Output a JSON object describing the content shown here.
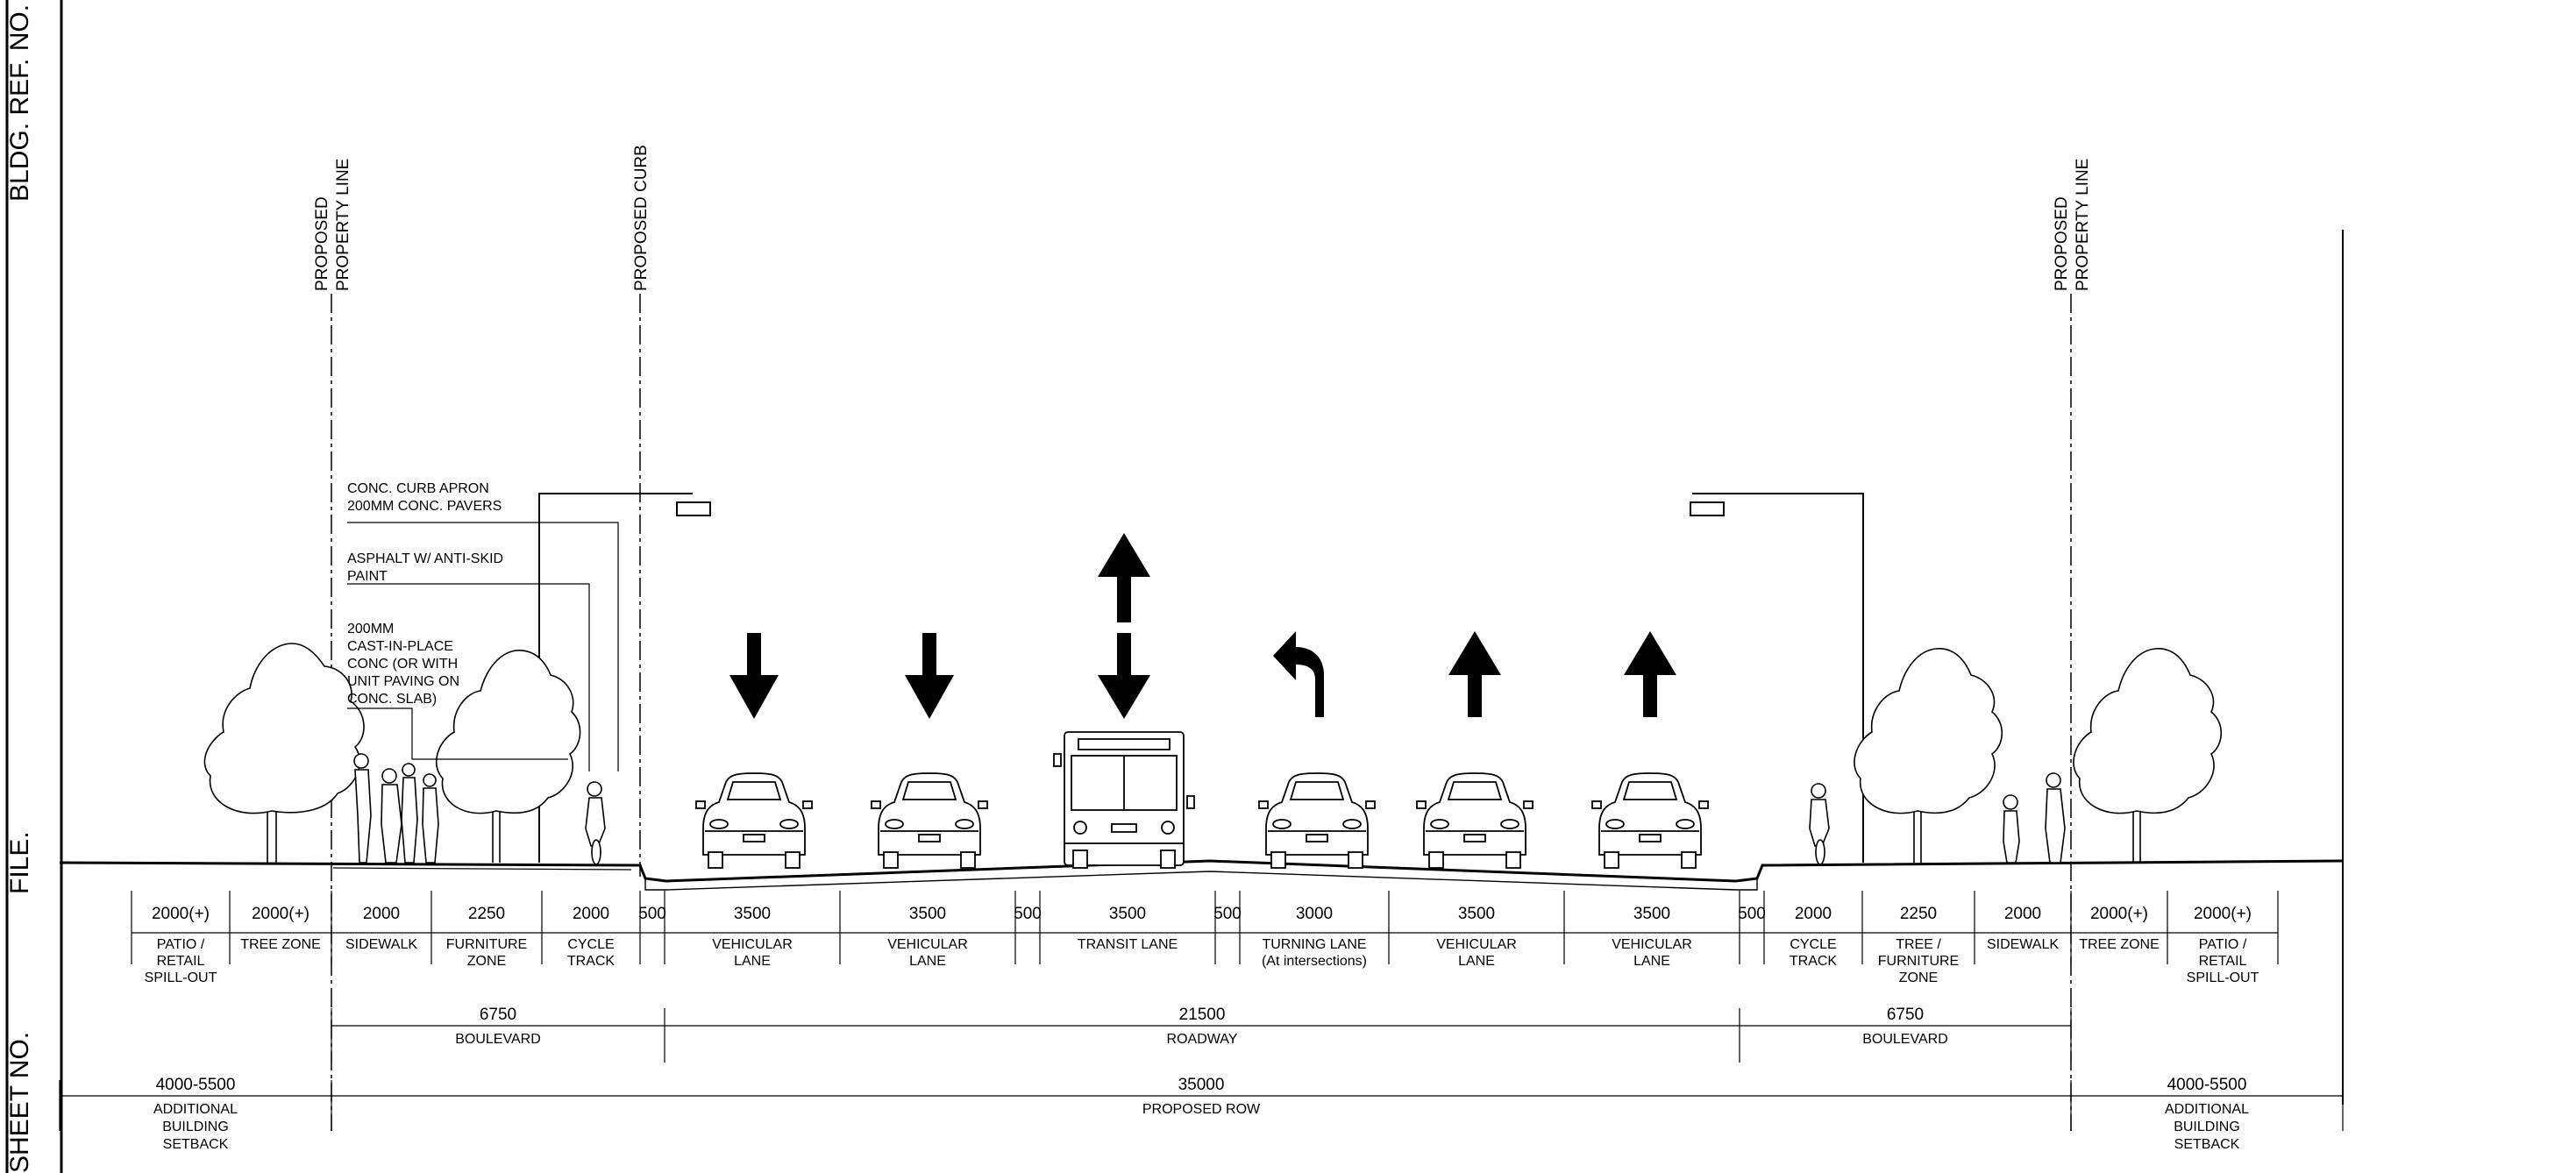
{
  "frame_labels": {
    "bldg_ref": "BLDG. REF. NO.",
    "file": "FILE.",
    "sheet": "SHEET NO."
  },
  "vertical_labels": {
    "property_left": [
      "PROPOSED",
      "PROPERTY LINE"
    ],
    "curb": "PROPOSED CURB",
    "property_right": [
      "PROPOSED",
      "PROPERTY LINE"
    ]
  },
  "notes": {
    "curb_apron": [
      "CONC. CURB APRON",
      "200MM CONC. PAVERS"
    ],
    "asphalt": [
      "ASPHALT W/ ANTI-SKID",
      "PAINT"
    ],
    "slab": [
      "200MM",
      "CAST-IN-PLACE",
      "CONC (OR WITH",
      "UNIT PAVING ON",
      "CONC. SLAB)"
    ]
  },
  "lane_arrows": [
    {
      "lane": "vehicular-lane-1",
      "direction": "down"
    },
    {
      "lane": "vehicular-lane-2",
      "direction": "down"
    },
    {
      "lane": "transit-lane",
      "direction": "up-and-down"
    },
    {
      "lane": "turning-lane",
      "direction": "left-turn"
    },
    {
      "lane": "vehicular-lane-3",
      "direction": "up"
    },
    {
      "lane": "vehicular-lane-4",
      "direction": "up"
    }
  ],
  "zones": [
    {
      "dim": "2000(+)",
      "label": [
        "PATIO /",
        "RETAIL",
        "SPILL-OUT"
      ]
    },
    {
      "dim": "2000(+)",
      "label": [
        "TREE ZONE"
      ]
    },
    {
      "dim": "2000",
      "label": [
        "SIDEWALK"
      ]
    },
    {
      "dim": "2250",
      "label": [
        "FURNITURE",
        "ZONE"
      ]
    },
    {
      "dim": "2000",
      "label": [
        "CYCLE",
        "TRACK"
      ]
    },
    {
      "dim": "500",
      "label": []
    },
    {
      "dim": "3500",
      "label": [
        "VEHICULAR",
        "LANE"
      ]
    },
    {
      "dim": "3500",
      "label": [
        "VEHICULAR",
        "LANE"
      ]
    },
    {
      "dim": "500",
      "label": []
    },
    {
      "dim": "3500",
      "label": [
        "TRANSIT LANE"
      ]
    },
    {
      "dim": "500",
      "label": []
    },
    {
      "dim": "3000",
      "label": [
        "TURNING LANE",
        "(At intersections)"
      ]
    },
    {
      "dim": "3500",
      "label": [
        "VEHICULAR",
        "LANE"
      ]
    },
    {
      "dim": "3500",
      "label": [
        "VEHICULAR",
        "LANE"
      ]
    },
    {
      "dim": "500",
      "label": []
    },
    {
      "dim": "2000",
      "label": [
        "CYCLE",
        "TRACK"
      ]
    },
    {
      "dim": "2250",
      "label": [
        "TREE /",
        "FURNITURE",
        "ZONE"
      ]
    },
    {
      "dim": "2000",
      "label": [
        "SIDEWALK"
      ]
    },
    {
      "dim": "2000(+)",
      "label": [
        "TREE ZONE"
      ]
    },
    {
      "dim": "2000(+)",
      "label": [
        "PATIO /",
        "RETAIL",
        "SPILL-OUT"
      ]
    }
  ],
  "groups": [
    {
      "dim": "6750",
      "label": "BOULEVARD"
    },
    {
      "dim": "21500",
      "label": "ROADWAY"
    },
    {
      "dim": "6750",
      "label": "BOULEVARD"
    }
  ],
  "overall": [
    {
      "dim": "4000-5500",
      "label": [
        "ADDITIONAL",
        "BUILDING",
        "SETBACK"
      ]
    },
    {
      "dim": "35000",
      "label": [
        "PROPOSED ROW"
      ]
    },
    {
      "dim": "4000-5500",
      "label": [
        "ADDITIONAL",
        "BUILDING",
        "SETBACK"
      ]
    }
  ]
}
